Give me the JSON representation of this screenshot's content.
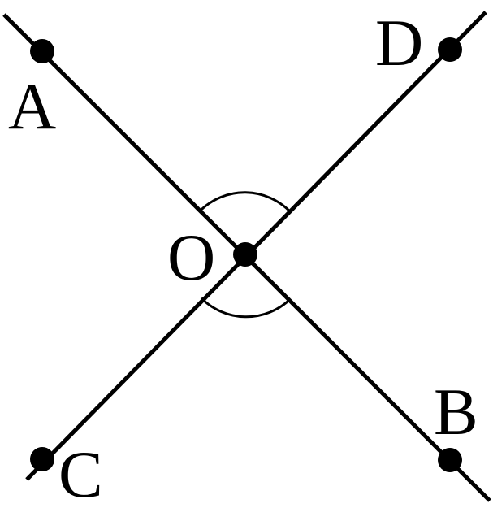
{
  "diagram": {
    "points": {
      "A": "A",
      "B": "B",
      "C": "C",
      "D": "D",
      "O": "O"
    },
    "colors": {
      "stroke": "#000000",
      "background": "#ffffff"
    }
  }
}
